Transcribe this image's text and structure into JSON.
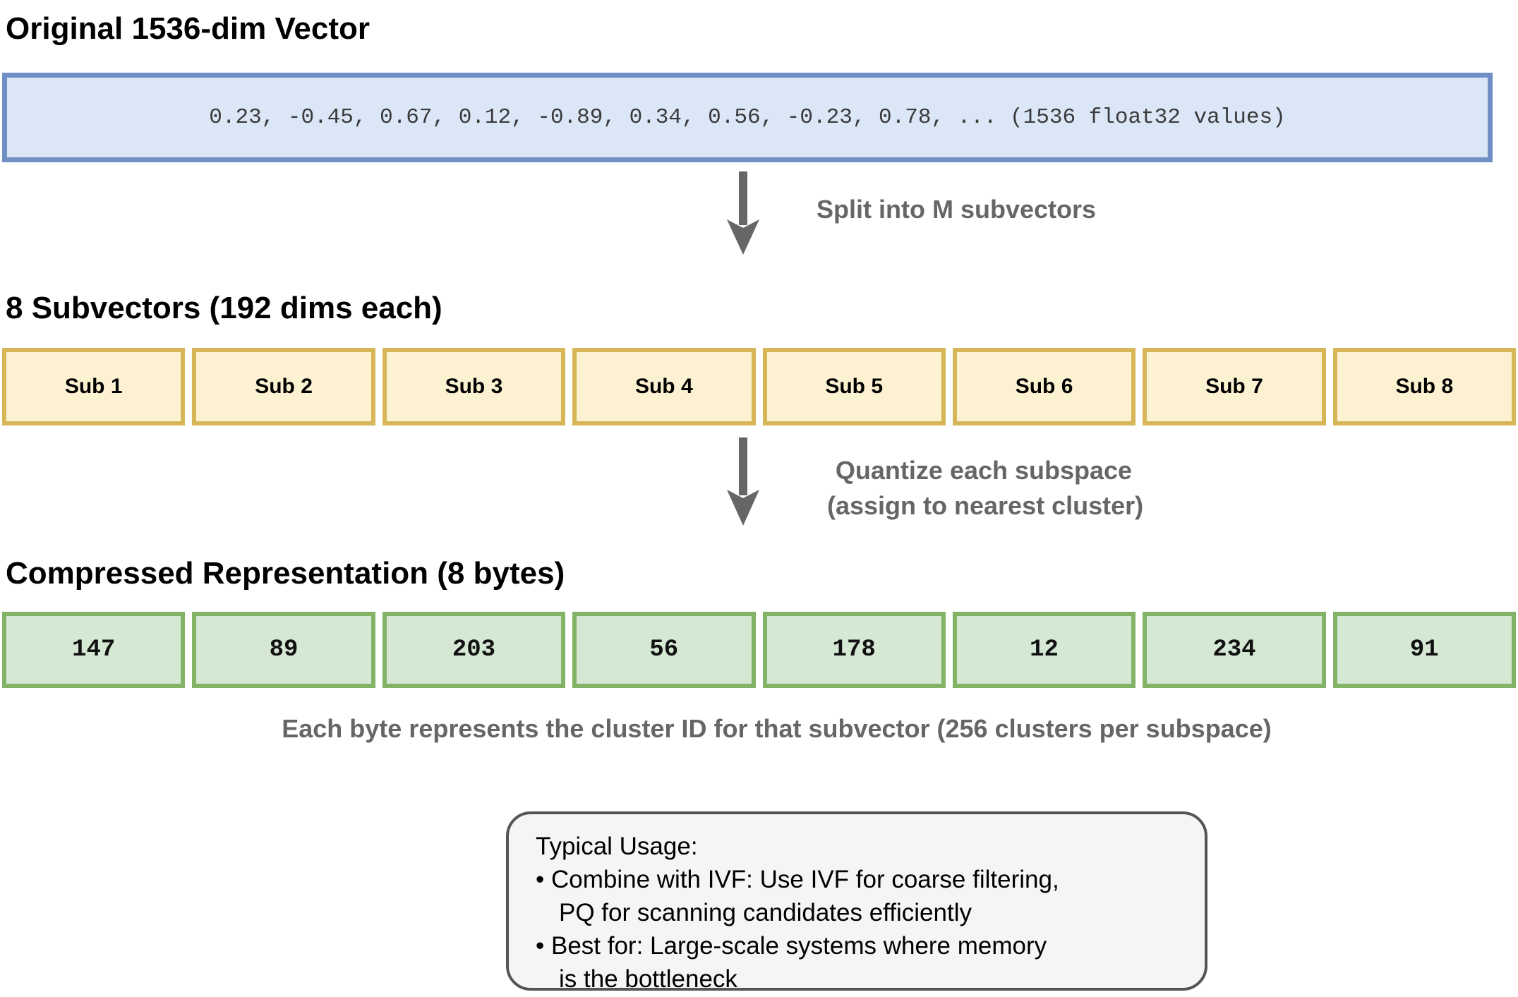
{
  "sections": {
    "original": {
      "heading": "Original 1536-dim Vector",
      "vector_text": "0.23, -0.45, 0.67, 0.12, -0.89, 0.34, 0.56, -0.23, 0.78, ... (1536 float32 values)"
    },
    "split_arrow": {
      "label": "Split into M subvectors"
    },
    "subvectors": {
      "heading": "8 Subvectors (192 dims each)",
      "boxes": [
        "Sub 1",
        "Sub 2",
        "Sub 3",
        "Sub 4",
        "Sub 5",
        "Sub 6",
        "Sub 7",
        "Sub 8"
      ]
    },
    "quantize_arrow": {
      "label_line1": "Quantize each subspace",
      "label_line2": "(assign to nearest cluster)"
    },
    "compressed": {
      "heading": "Compressed Representation (8 bytes)",
      "bytes": [
        "147",
        "89",
        "203",
        "56",
        "178",
        "12",
        "234",
        "91"
      ]
    },
    "caption": "Each byte represents the cluster ID for that subvector (256 clusters per subspace)",
    "usage": {
      "lines": [
        {
          "text": "Typical Usage:",
          "indent": 0
        },
        {
          "text": "• Combine with IVF: Use IVF for coarse filtering,",
          "indent": 0
        },
        {
          "text": "PQ for scanning candidates efficiently",
          "indent": 1
        },
        {
          "text": "• Best for: Large-scale systems where memory",
          "indent": 0
        },
        {
          "text": "is the bottleneck",
          "indent": 1
        }
      ]
    }
  },
  "colors": {
    "vector_fill": "#dbe6f7",
    "vector_border": "#7090c5",
    "subvector_fill": "#fcf2d2",
    "subvector_border": "#d6b656",
    "byte_fill": "#d5e8d4",
    "byte_border": "#82b366",
    "arrow_gray": "#666666",
    "usage_fill": "#f5f5f5",
    "usage_border": "#555555"
  }
}
